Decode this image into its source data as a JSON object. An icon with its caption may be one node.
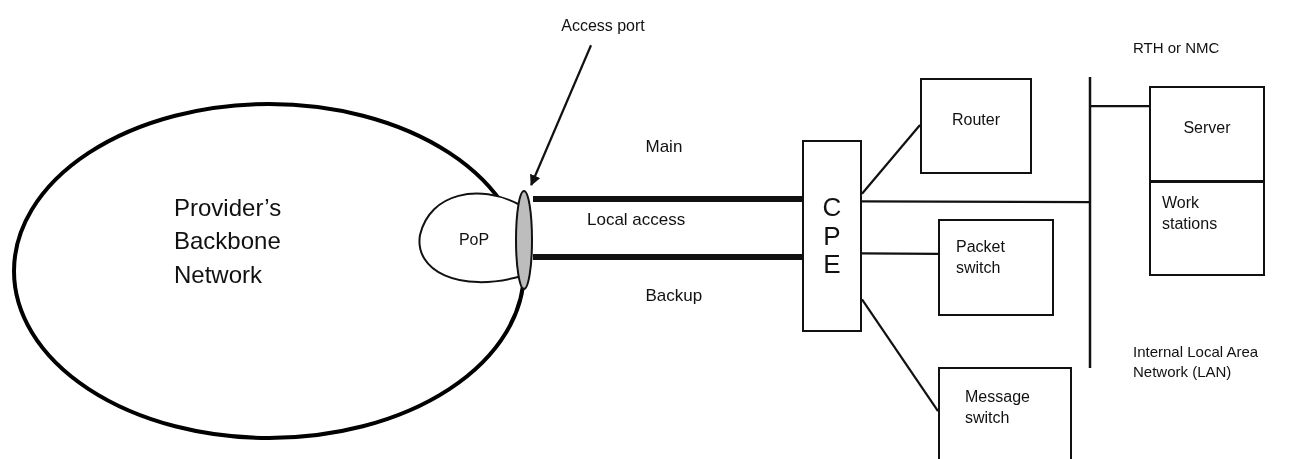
{
  "diagram": {
    "nodes": [
      {
        "text": [
          "Provider’s Backbone Network"
        ]
      },
      {
        "text": [
          "PoP"
        ],
        "in": 0
      },
      {
        "text": [
          "Access port"
        ]
      },
      {
        "text": [],
        "shape": "ellipse"
      },
      {
        "text": [
          "CPE"
        ]
      },
      {
        "text": [
          "Router"
        ]
      },
      {
        "text": [
          "Packet switch"
        ]
      },
      {
        "text": [
          "Message switch"
        ]
      },
      {
        "text": [
          "Server"
        ]
      },
      {
        "text": [
          "Work stations"
        ]
      },
      {
        "text": [],
        "shape": "bar"
      }
    ],
    "edges": [
      {
        "from": 2,
        "to": 3,
        "arrow": "to"
      },
      {
        "from": 3,
        "to": 4,
        "arrow": "none",
        "label": "Main",
        "style": "thick"
      },
      {
        "from": 3,
        "to": 4,
        "arrow": "none",
        "label": "Backup",
        "style": "thick"
      },
      {
        "from": 4,
        "to": 5,
        "arrow": "none"
      },
      {
        "from": 4,
        "to": 10,
        "arrow": "none"
      },
      {
        "from": 4,
        "to": 6,
        "arrow": "none"
      },
      {
        "from": 4,
        "to": 7,
        "arrow": "none"
      },
      {
        "from": 10,
        "to": 8,
        "arrow": "none"
      }
    ],
    "labels": [
      "RTH or NMC",
      "Local access",
      "Internal Local Area Network (LAN)"
    ]
  }
}
